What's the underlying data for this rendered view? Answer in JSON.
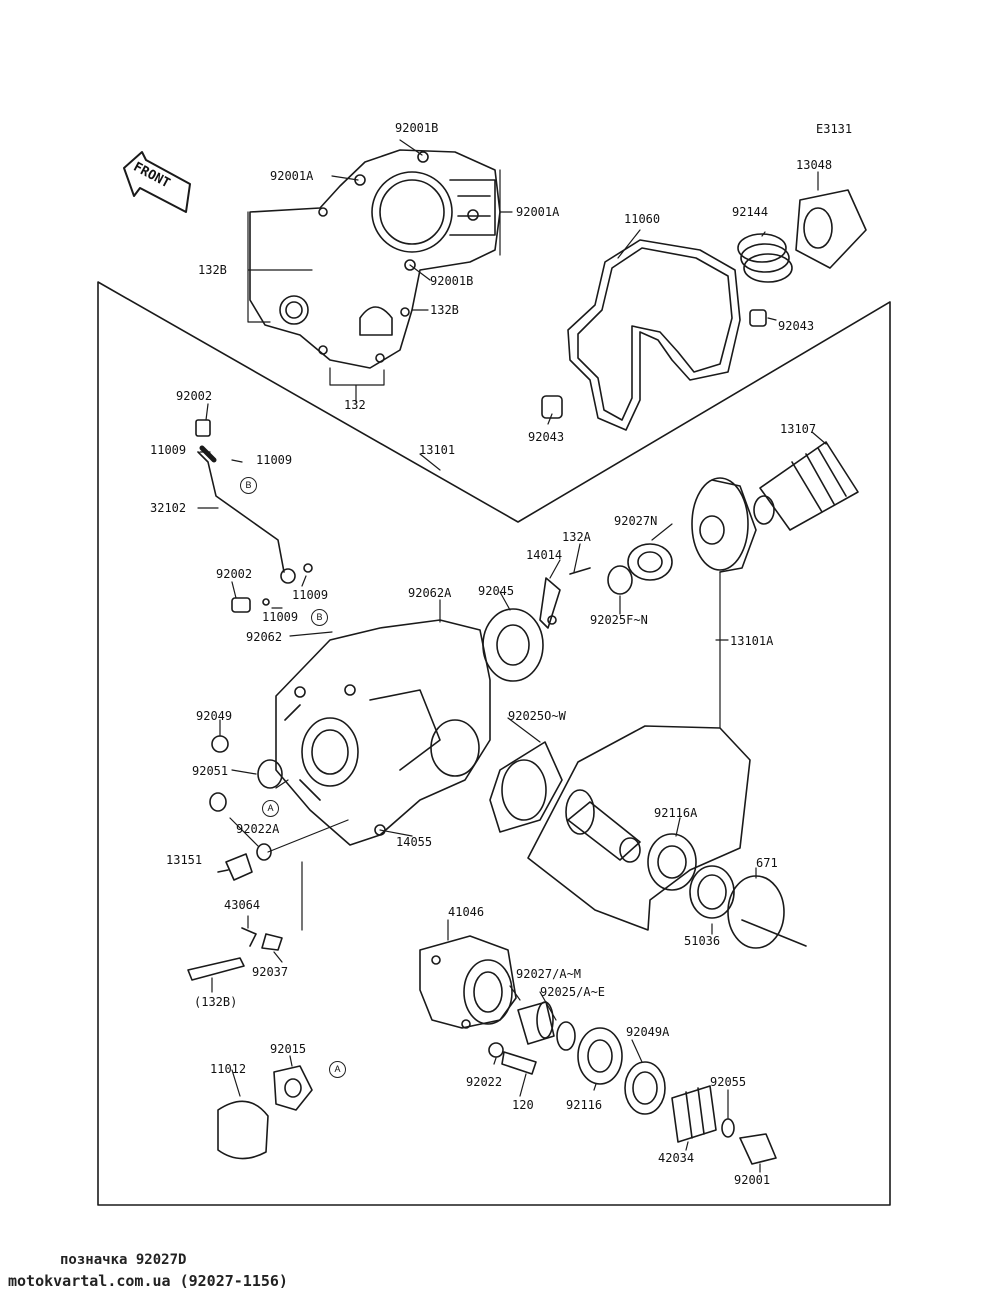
{
  "diagram": {
    "code": "E3131",
    "front_label": "FRONT",
    "labels": [
      {
        "id": "92001b-top",
        "text": "92001B"
      },
      {
        "id": "92001a-left",
        "text": "92001A"
      },
      {
        "id": "92001a-right",
        "text": "92001A"
      },
      {
        "id": "132b-left",
        "text": "132B"
      },
      {
        "id": "92001b-mid",
        "text": "92001B"
      },
      {
        "id": "132b-mid",
        "text": "132B"
      },
      {
        "id": "132",
        "text": "132"
      },
      {
        "id": "11060",
        "text": "11060"
      },
      {
        "id": "92144",
        "text": "92144"
      },
      {
        "id": "13048",
        "text": "13048"
      },
      {
        "id": "92043-right",
        "text": "92043"
      },
      {
        "id": "92043-left",
        "text": "92043"
      },
      {
        "id": "92002-top",
        "text": "92002"
      },
      {
        "id": "11009-a",
        "text": "11009"
      },
      {
        "id": "11009-b",
        "text": "11009"
      },
      {
        "id": "13101",
        "text": "13101"
      },
      {
        "id": "13107",
        "text": "13107"
      },
      {
        "id": "32102",
        "text": "32102"
      },
      {
        "id": "92027n",
        "text": "92027N"
      },
      {
        "id": "132a",
        "text": "132A"
      },
      {
        "id": "14014",
        "text": "14014"
      },
      {
        "id": "92002-mid",
        "text": "92002"
      },
      {
        "id": "11009-c",
        "text": "11009"
      },
      {
        "id": "11009-d",
        "text": "11009"
      },
      {
        "id": "92062a",
        "text": "92062A"
      },
      {
        "id": "92045",
        "text": "92045"
      },
      {
        "id": "92025fn",
        "text": "92025F~N"
      },
      {
        "id": "92062",
        "text": "92062"
      },
      {
        "id": "13101a",
        "text": "13101A"
      },
      {
        "id": "92049",
        "text": "92049"
      },
      {
        "id": "92025ow",
        "text": "92025O~W"
      },
      {
        "id": "92051",
        "text": "92051"
      },
      {
        "id": "92116a",
        "text": "92116A"
      },
      {
        "id": "92022a",
        "text": "92022A"
      },
      {
        "id": "14055",
        "text": "14055"
      },
      {
        "id": "671",
        "text": "671"
      },
      {
        "id": "13151",
        "text": "13151"
      },
      {
        "id": "51036",
        "text": "51036"
      },
      {
        "id": "43064",
        "text": "43064"
      },
      {
        "id": "41046",
        "text": "41046"
      },
      {
        "id": "92027am",
        "text": "92027/A~M"
      },
      {
        "id": "92037",
        "text": "92037"
      },
      {
        "id": "92025ae",
        "text": "92025/A~E"
      },
      {
        "id": "132b-bottom",
        "text": "(132B)"
      },
      {
        "id": "92049a",
        "text": "92049A"
      },
      {
        "id": "92015",
        "text": "92015"
      },
      {
        "id": "11012",
        "text": "11012"
      },
      {
        "id": "92022",
        "text": "92022"
      },
      {
        "id": "120",
        "text": "120"
      },
      {
        "id": "92116",
        "text": "92116"
      },
      {
        "id": "92055",
        "text": "92055"
      },
      {
        "id": "42034",
        "text": "42034"
      },
      {
        "id": "92001",
        "text": "92001"
      }
    ],
    "markers": [
      {
        "id": "b-1",
        "text": "B"
      },
      {
        "id": "b-2",
        "text": "B"
      },
      {
        "id": "a-1",
        "text": "A"
      },
      {
        "id": "a-2",
        "text": "A"
      }
    ]
  },
  "footer": {
    "line1": "позначка 92027D",
    "line2": "motokvartal.com.ua (92027-1156)"
  }
}
